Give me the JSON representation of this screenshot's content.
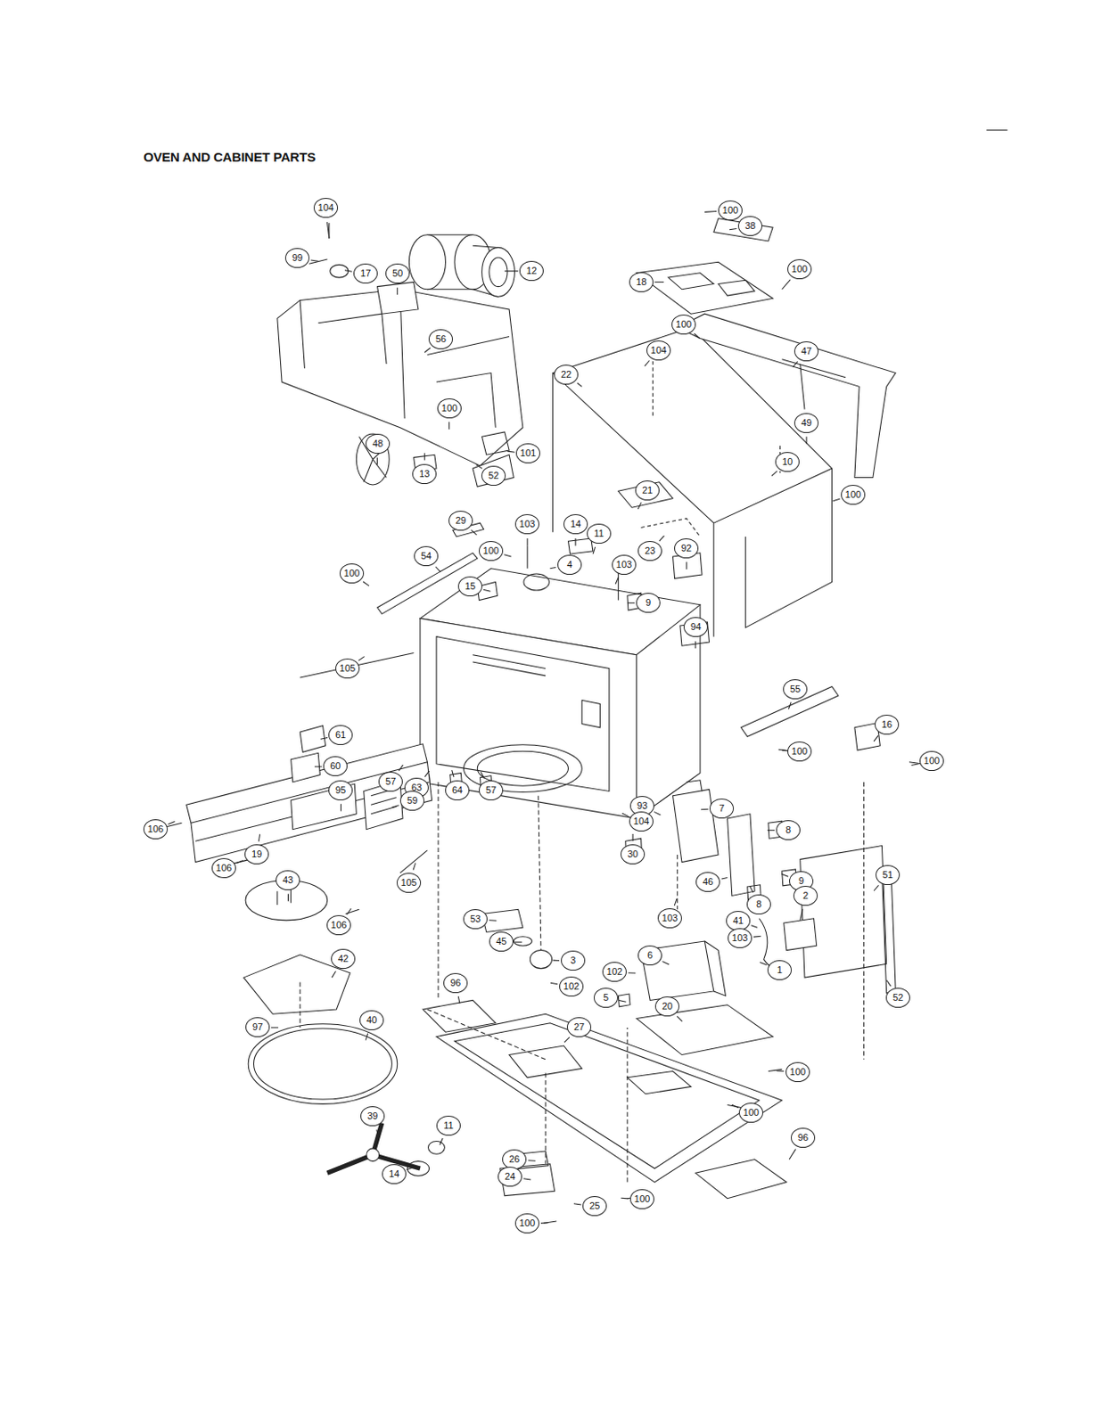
{
  "diagram": {
    "title": "OVEN AND CABINET PARTS",
    "labels": [
      "104",
      "100",
      "38",
      "99",
      "17",
      "50",
      "12",
      "100",
      "18",
      "56",
      "100",
      "104",
      "47",
      "22",
      "100",
      "49",
      "48",
      "101",
      "10",
      "13",
      "52",
      "100",
      "21",
      "29",
      "103",
      "14",
      "11",
      "23",
      "92",
      "100",
      "4",
      "54",
      "103",
      "100",
      "15",
      "9",
      "94",
      "105",
      "55",
      "16",
      "61",
      "100",
      "100",
      "60",
      "57",
      "63",
      "95",
      "64",
      "57",
      "59",
      "93",
      "7",
      "104",
      "106",
      "8",
      "19",
      "30",
      "106",
      "105",
      "9",
      "46",
      "51",
      "43",
      "2",
      "8",
      "41",
      "106",
      "53",
      "103",
      "103",
      "45",
      "6",
      "1",
      "3",
      "42",
      "102",
      "102",
      "52",
      "5",
      "20",
      "96",
      "27",
      "97",
      "40",
      "100",
      "100",
      "39",
      "11",
      "26",
      "96",
      "14",
      "24",
      "100",
      "25",
      "100"
    ]
  }
}
